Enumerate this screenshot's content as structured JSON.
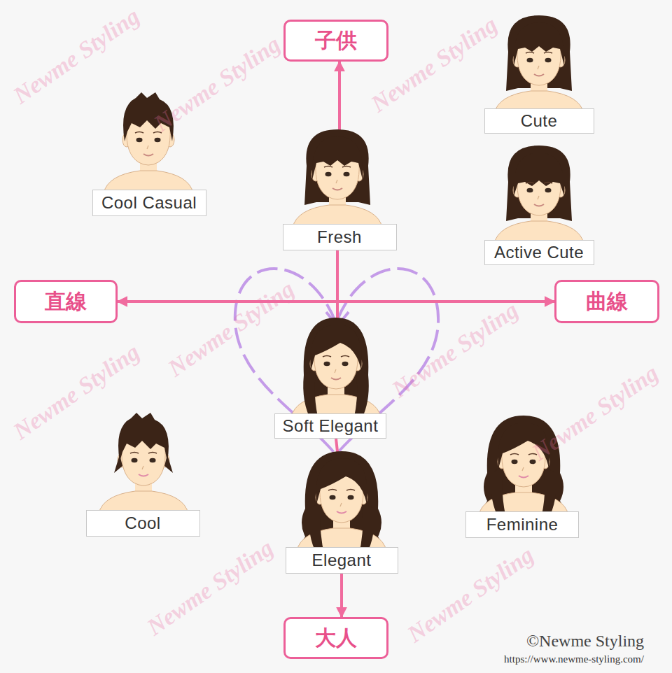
{
  "diagram": {
    "nodes": [
      {
        "text": [
          "子供"
        ]
      },
      {
        "text": [
          "Cute"
        ]
      },
      {
        "text": [
          "Cool Casual"
        ]
      },
      {
        "text": [
          "Fresh"
        ]
      },
      {
        "text": [
          "Active Cute"
        ]
      },
      {
        "text": [
          "直線"
        ]
      },
      {
        "text": [
          "曲線"
        ]
      },
      {
        "text": [
          "Soft Elegant"
        ]
      },
      {
        "text": [
          "Cool"
        ]
      },
      {
        "text": [
          "Elegant"
        ]
      },
      {
        "text": [
          "Feminine"
        ]
      },
      {
        "text": [
          "大人"
        ]
      }
    ],
    "edges": [
      {
        "from": 3,
        "to": 0,
        "arrow": "to"
      },
      {
        "from": 5,
        "to": 6,
        "arrow": "both"
      },
      {
        "from": 9,
        "to": 11,
        "arrow": "to"
      }
    ],
    "labels": [
      "Newme Styling",
      "Newme Styling",
      "Newme Styling",
      "Newme Styling",
      "Newme Styling",
      "Newme Styling",
      "Newme Styling",
      "Newme Styling",
      "Newme Styling",
      "©Newme Styling",
      "https://www.newme-styling.com/"
    ]
  }
}
